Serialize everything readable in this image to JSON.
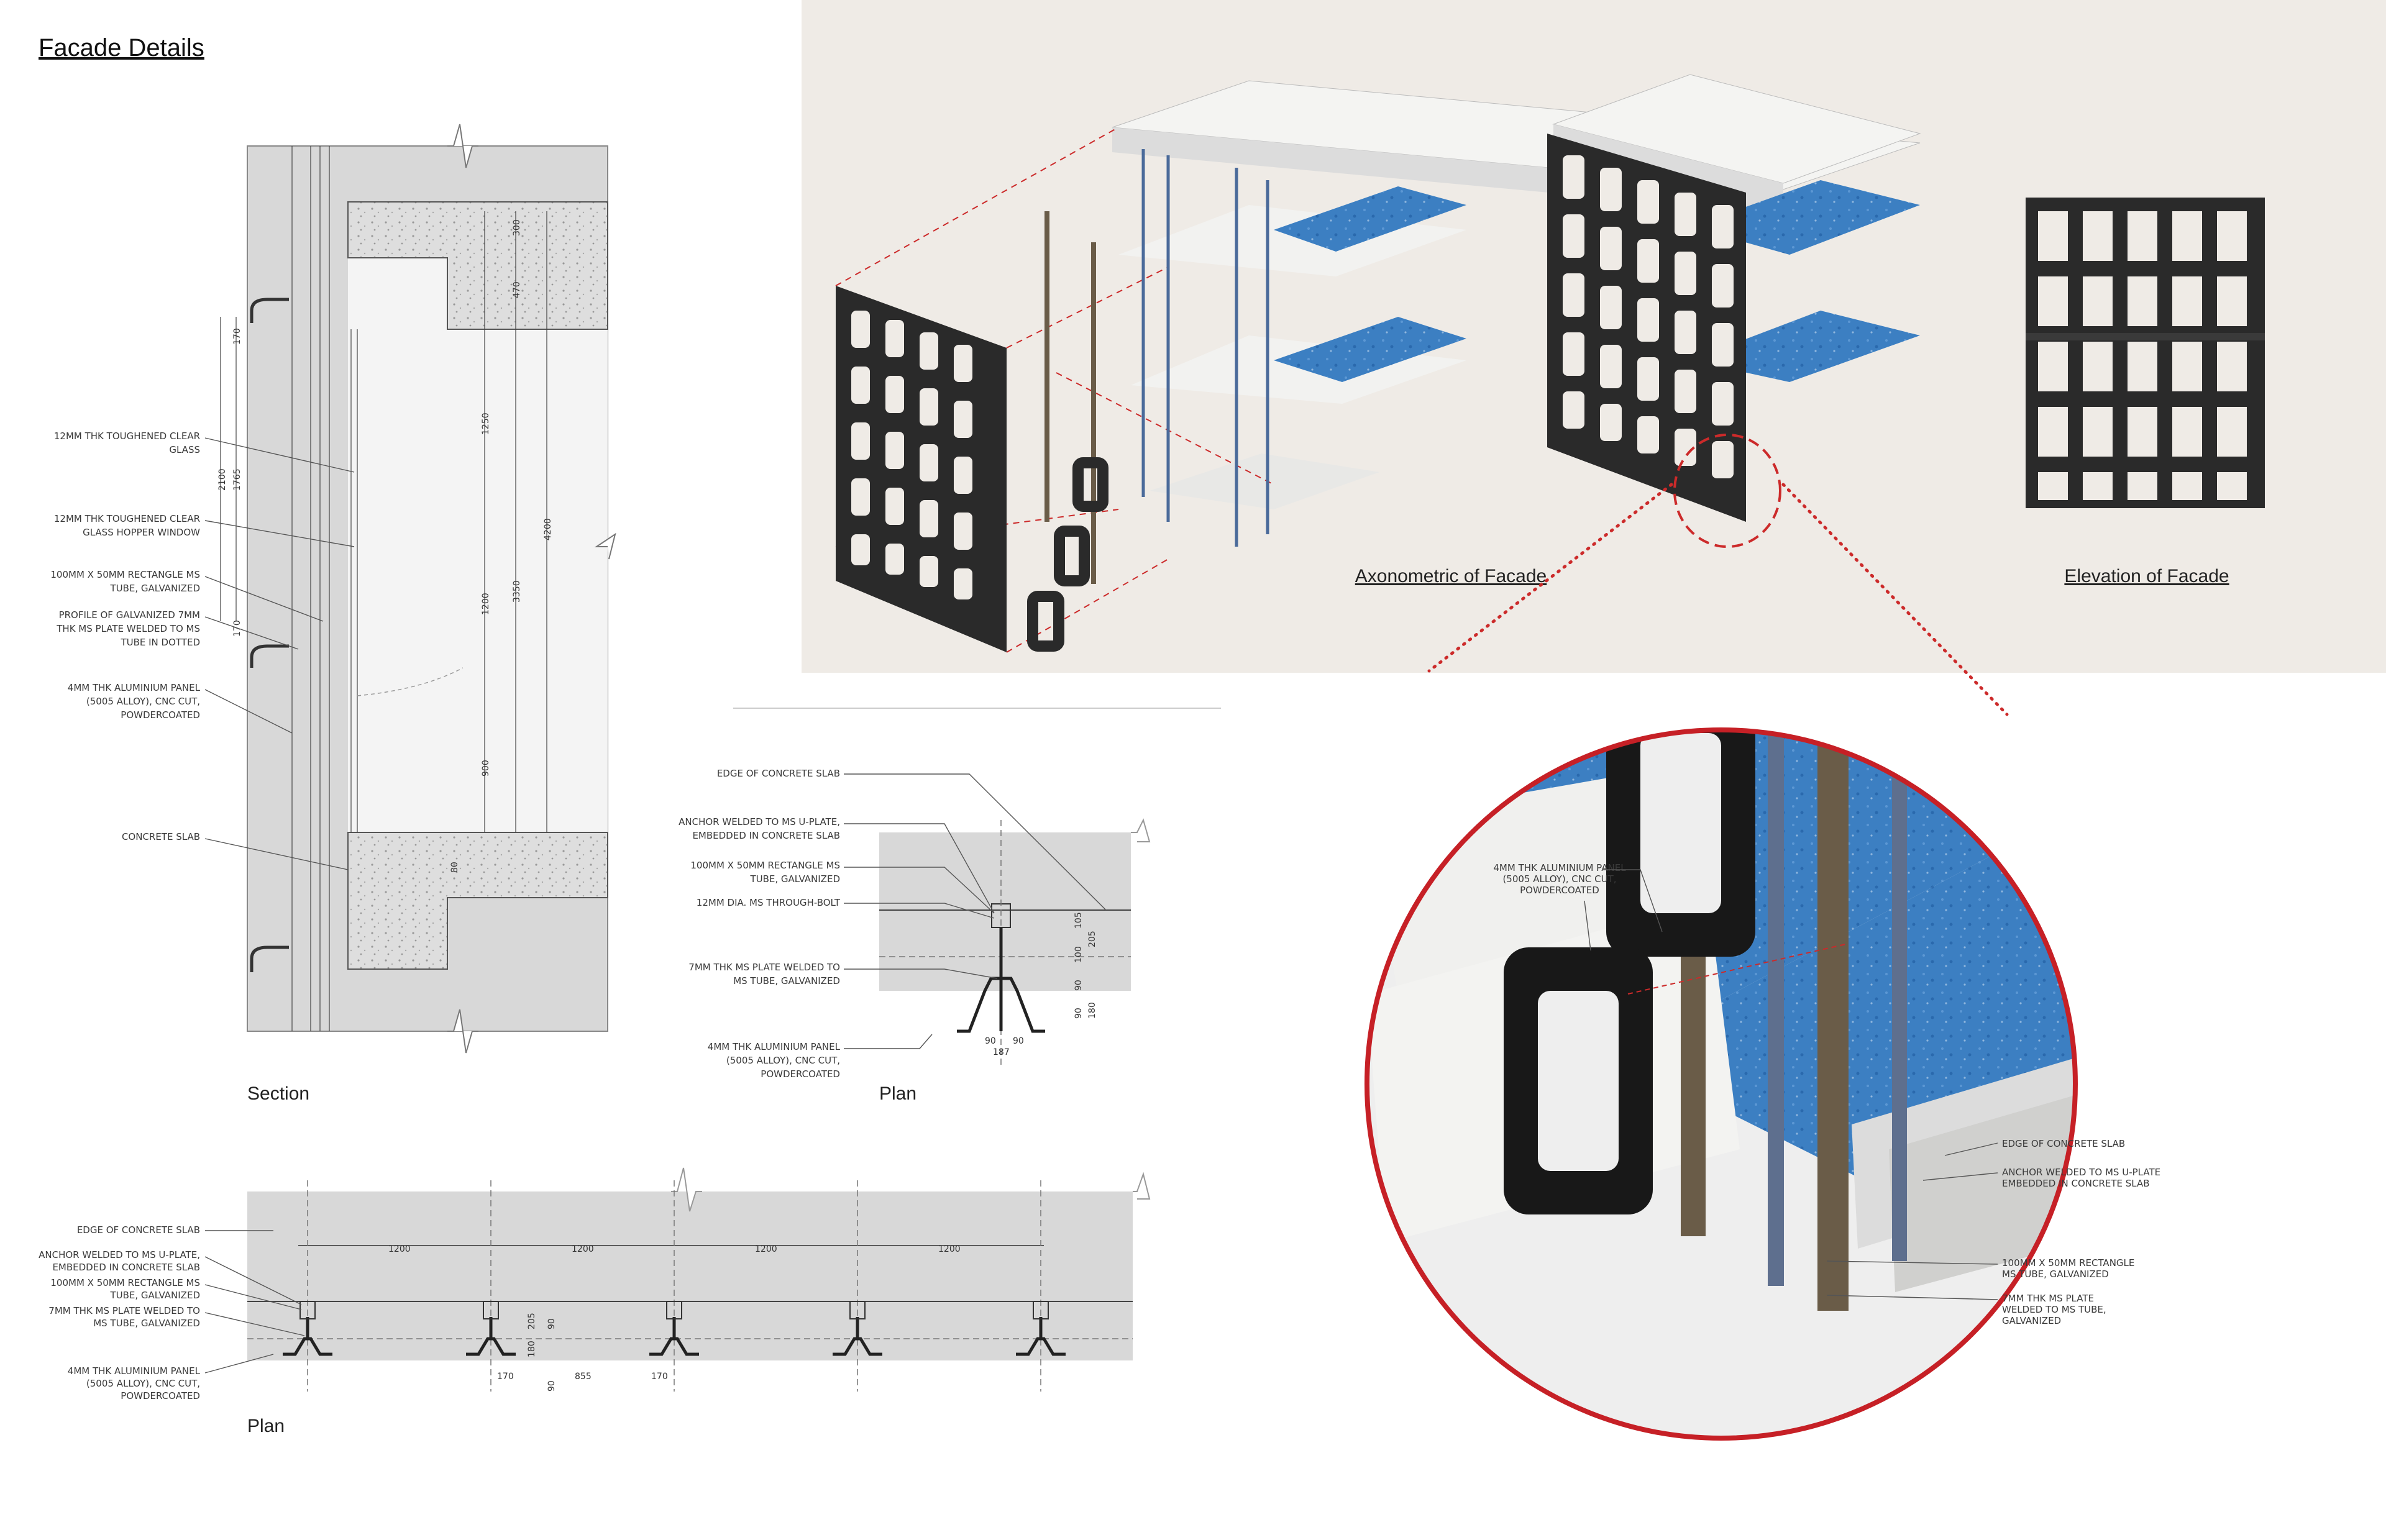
{
  "title": "Facade Details",
  "captions": {
    "section": "Section",
    "plan_small": "Plan",
    "plan_long": "Plan",
    "axonometric": "Axonometric of Facade",
    "elevation": "Elevation of Facade"
  },
  "section_labels": [
    [
      "12MM THK TOUGHENED CLEAR",
      "GLASS"
    ],
    [
      "12MM THK TOUGHENED CLEAR",
      "GLASS HOPPER WINDOW"
    ],
    [
      "100MM X 50MM RECTANGLE MS",
      "TUBE, GALVANIZED"
    ],
    [
      "PROFILE OF GALVANIZED 7MM",
      "THK MS PLATE WELDED TO MS",
      "TUBE IN DOTTED"
    ],
    [
      "4MM THK ALUMINIUM PANEL",
      "(5005 ALLOY), CNC CUT,",
      "POWDERCOATED"
    ],
    [
      "CONCRETE SLAB"
    ]
  ],
  "section_dims": [
    "300",
    "470",
    "1250",
    "1200",
    "3350",
    "4200",
    "900",
    "2100",
    "1765",
    "170",
    "170",
    "80"
  ],
  "plan_small_labels": [
    [
      "EDGE OF CONCRETE SLAB"
    ],
    [
      "ANCHOR WELDED TO MS U-PLATE,",
      "EMBEDDED IN CONCRETE SLAB"
    ],
    [
      "100MM X 50MM RECTANGLE MS",
      "TUBE, GALVANIZED"
    ],
    [
      "12MM DIA. MS THROUGH-BOLT"
    ],
    [
      "7MM THK MS PLATE WELDED TO",
      "MS TUBE, GALVANIZED"
    ],
    [
      "4MM THK ALUMINIUM PANEL",
      "(5005 ALLOY), CNC CUT,",
      "POWDERCOATED"
    ]
  ],
  "plan_small_dims": [
    "105",
    "205",
    "100",
    "90",
    "90",
    "180",
    "90",
    "90",
    "187"
  ],
  "plan_long_labels": [
    [
      "EDGE OF CONCRETE SLAB"
    ],
    [
      "ANCHOR WELDED TO MS U-PLATE,",
      "EMBEDDED IN CONCRETE SLAB"
    ],
    [
      "100MM X 50MM RECTANGLE MS",
      "TUBE, GALVANIZED"
    ],
    [
      "7MM THK MS PLATE WELDED TO",
      "MS TUBE, GALVANIZED"
    ],
    [
      "4MM THK ALUMINIUM PANEL",
      "(5005 ALLOY), CNC CUT,",
      "POWDERCOATED"
    ]
  ],
  "plan_long_dims": [
    "1200",
    "1200",
    "1200",
    "1200",
    "170",
    "855",
    "170",
    "180",
    "205",
    "90",
    "90"
  ],
  "detail_labels": [
    [
      "4MM THK ALUMINIUM PANEL",
      "(5005 ALLOY), CNC CUT,",
      "POWDERCOATED"
    ],
    [
      "EDGE OF CONCRETE SLAB"
    ],
    [
      "ANCHOR WELDED TO MS U-PLATE",
      "EMBEDDED IN CONCRETE SLAB"
    ],
    [
      "100MM X 50MM RECTANGLE",
      "MS TUBE, GALVANIZED"
    ],
    [
      "7MM THK MS PLATE",
      "WELDED TO MS TUBE,",
      "GALVANIZED"
    ]
  ],
  "colors": {
    "render_bg": "#efebe6",
    "slab": "#f2f2f0",
    "blue_floor": "#3c7fc2",
    "panel": "#2a2a2a",
    "tube": "#6a5c48",
    "red_dash": "#cc2a2a",
    "drawing_fill": "#d8d8d8"
  }
}
